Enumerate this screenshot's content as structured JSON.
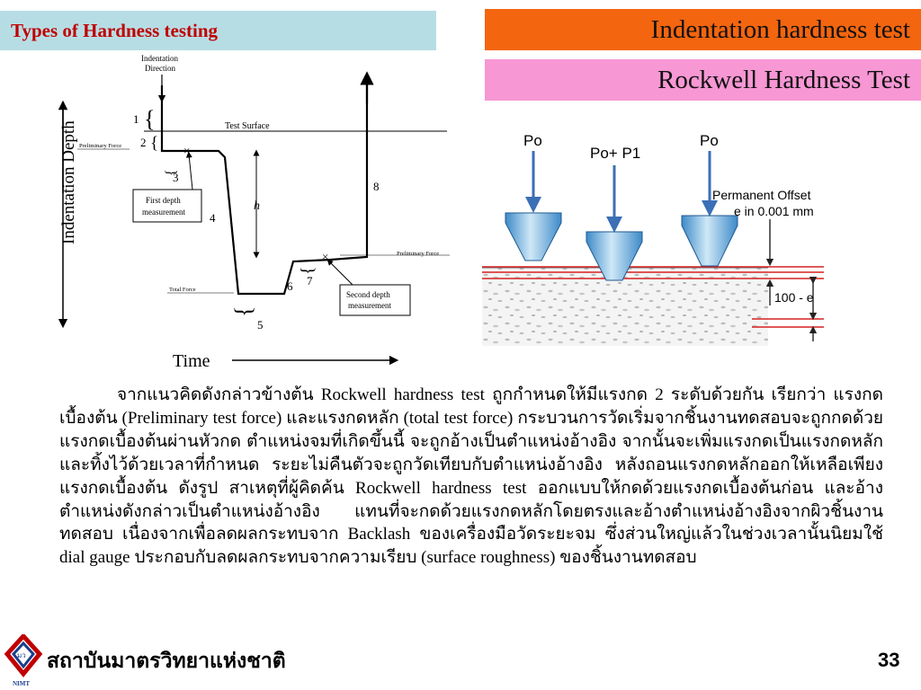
{
  "header": {
    "left_title": "Types of Hardness testing",
    "right_title": "Indentation hardness test",
    "right_subtitle": "Rockwell  Hardness Test"
  },
  "diagram": {
    "y_axis_label": "Indentation Depth",
    "x_axis_label": "Time",
    "direction_label": [
      "Indentation",
      "Direction"
    ],
    "test_surface": "Test Surface",
    "preliminary_force_left": "Preliminary Force",
    "preliminary_force_right": "Preliminary Force",
    "total_force": "Total Force",
    "h_label": "h",
    "numbers": [
      "1",
      "2",
      "3",
      "4",
      "5",
      "6",
      "7",
      "8"
    ],
    "first_depth": [
      "First depth",
      "measurement"
    ],
    "second_depth": [
      "Second depth",
      "measurement"
    ]
  },
  "indenter": {
    "labels": [
      "Po",
      "Po+ P1",
      "Po"
    ],
    "permanent_offset": [
      "Permanent Offset",
      "e in 0.001 mm"
    ],
    "depth_label": "100 - e"
  },
  "body": {
    "paragraph": "จากแนวคิดดังกล่าวข้างต้น Rockwell   hardness   test  ถูกกำหนดให้มีแรงกด 2 ระดับด้วยกัน เรียกว่า แรงกดเบื้องต้น (Preliminary test force) และแรงกดหลัก (total test force) กระบวนการวัดเริ่มจากชิ้นงานทดสอบจะถูกกดด้วยแรงกดเบื้องต้นผ่านหัวกด ตำแหน่งจมที่เกิดขึ้นนี้ จะถูกอ้างเป็นตำแหน่งอ้างอิง จากนั้นจะเพิ่มแรงกดเป็นแรงกดหลักและทิ้งไว้ด้วยเวลาที่กำหนด ระยะไม่คืนตัวจะถูกวัดเทียบกับตำแหน่งอ้างอิง หลังถอนแรงกดหลักออกให้เหลือเพียงแรงกดเบื้องต้น ดังรูป สาเหตุที่ผู้คิดค้น Rockwell hardness test ออกแบบให้กดด้วยแรงกดเบื้องต้นก่อน และอ้างตำแหน่งดังกล่าวเป็นตำแหน่งอ้างอิง แทนที่จะกดด้วยแรงกดหลักโดยตรงและอ้างตำแหน่งอ้างอิงจากผิวชิ้นงานทดสอบ เนื่องจากเพื่อลดผลกระทบจาก Backlash   ของเครื่องมือวัดระยะจม ซึ่งส่วนใหญ่แล้วในช่วงเวลานั้นนิยมใช้ dial gauge ประกอบกับลดผลกระทบจากความเรียบ (surface roughness) ของชิ้นงานทดสอบ"
  },
  "footer": {
    "logo_text": "มว",
    "logo_sub": "NIMT",
    "organization": "สถาบันมาตรวิทยาแห่งชาติ",
    "page_number": "33"
  },
  "colors": {
    "title_bg_left": "#b7dde4",
    "title_bg_right": "#f3650f",
    "subtitle_bg": "#f797d4",
    "title_text_red": "#c00000",
    "indenter_blue": "#3b6fb6",
    "offset_red": "#d62020"
  }
}
